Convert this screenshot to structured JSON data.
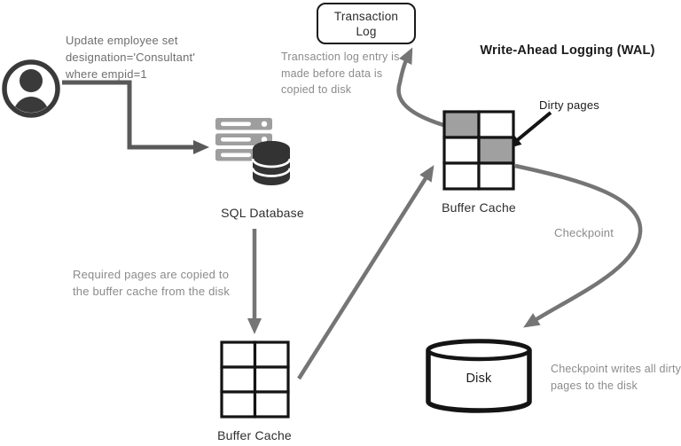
{
  "title": "Write-Ahead Logging (WAL)",
  "colors": {
    "dirty_cell": "#a0a0a0",
    "clean_cell": "#ffffff",
    "arrow_gray": "#757575",
    "elbow_gray": "#595959",
    "icon_dark": "#3a3a3a",
    "server_gray": "#9e9e9e",
    "note_gray": "#8b8b8b",
    "black": "#141414"
  },
  "user": {
    "query": "Update employee set designation='Consultant' where empid=1"
  },
  "nodes": {
    "transaction_log": {
      "label": "Transaction Log"
    },
    "sql_database": {
      "label": "SQL Database"
    },
    "buffer_cache_top": {
      "label": "Buffer Cache",
      "cells": [
        "dirty",
        "clean",
        "clean",
        "dirty",
        "clean",
        "clean"
      ]
    },
    "buffer_cache_bottom": {
      "label": "Buffer Cache",
      "cells": [
        "clean",
        "clean",
        "clean",
        "clean",
        "clean",
        "clean"
      ]
    },
    "disk": {
      "label": "Disk"
    }
  },
  "annotations": {
    "log_entry": "Transaction log entry is made before data is copied to disk",
    "required_pages": "Required pages are copied to the buffer cache from the disk",
    "dirty_pages": "Dirty pages",
    "checkpoint": "Checkpoint",
    "checkpoint_writes": "Checkpoint writes all dirty pages to the disk"
  }
}
